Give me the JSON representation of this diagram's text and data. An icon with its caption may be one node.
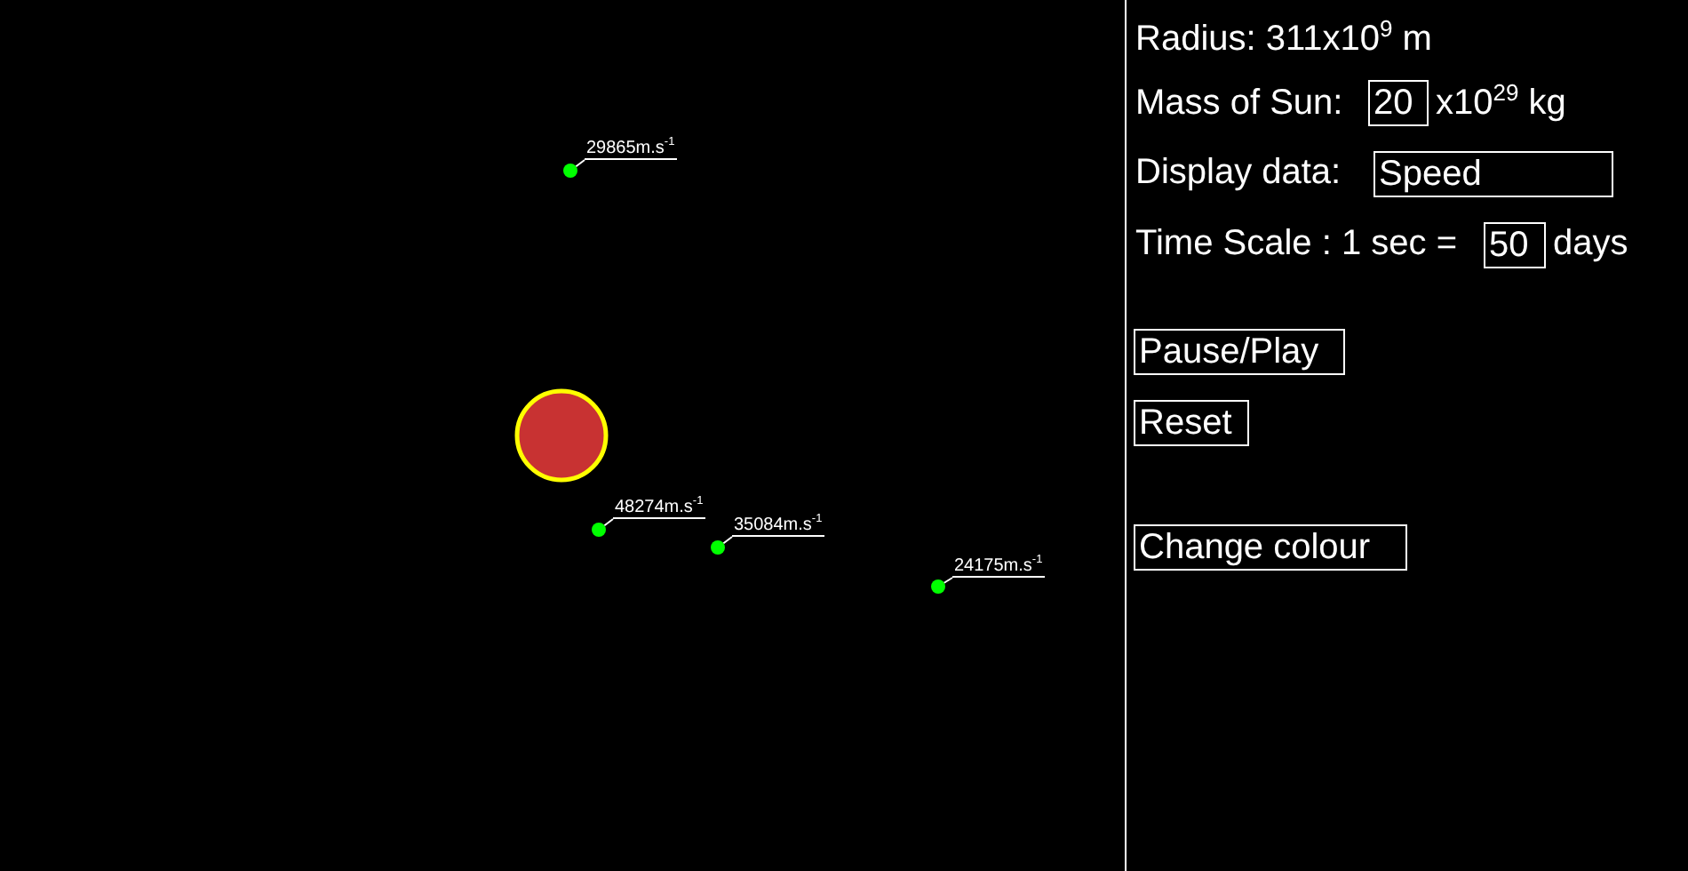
{
  "diagram": {
    "nodes": [
      {
        "text": [],
        "shape": "circle"
      },
      {
        "text": [],
        "shape": "circle"
      },
      {
        "text": [],
        "shape": "circle"
      },
      {
        "text": [],
        "shape": "circle"
      },
      {
        "text": [],
        "shape": "circle"
      },
      {
        "text": [
          "29865m.s$^{-1}$"
        ]
      },
      {
        "text": [
          "48274m.s$^{-1}$"
        ]
      },
      {
        "text": [
          "35084m.s$^{-1}$"
        ]
      },
      {
        "text": [
          "24175m.s$^{-1}$"
        ]
      }
    ],
    "edges": [
      {
        "from": 5,
        "to": 1,
        "arrow": "none"
      },
      {
        "from": 6,
        "to": 2,
        "arrow": "none"
      },
      {
        "from": 7,
        "to": 3,
        "arrow": "none"
      },
      {
        "from": 8,
        "to": 4,
        "arrow": "none"
      }
    ],
    "labels": [
      "Radius: 311x10$^{9}$ m",
      "Mass of Sun:",
      "20",
      "x10$^{29}$ kg",
      "Display data:",
      "Speed",
      "Time Scale : 1 sec =",
      "50",
      "days",
      "Pause/Play",
      "Reset",
      "Change colour"
    ]
  }
}
